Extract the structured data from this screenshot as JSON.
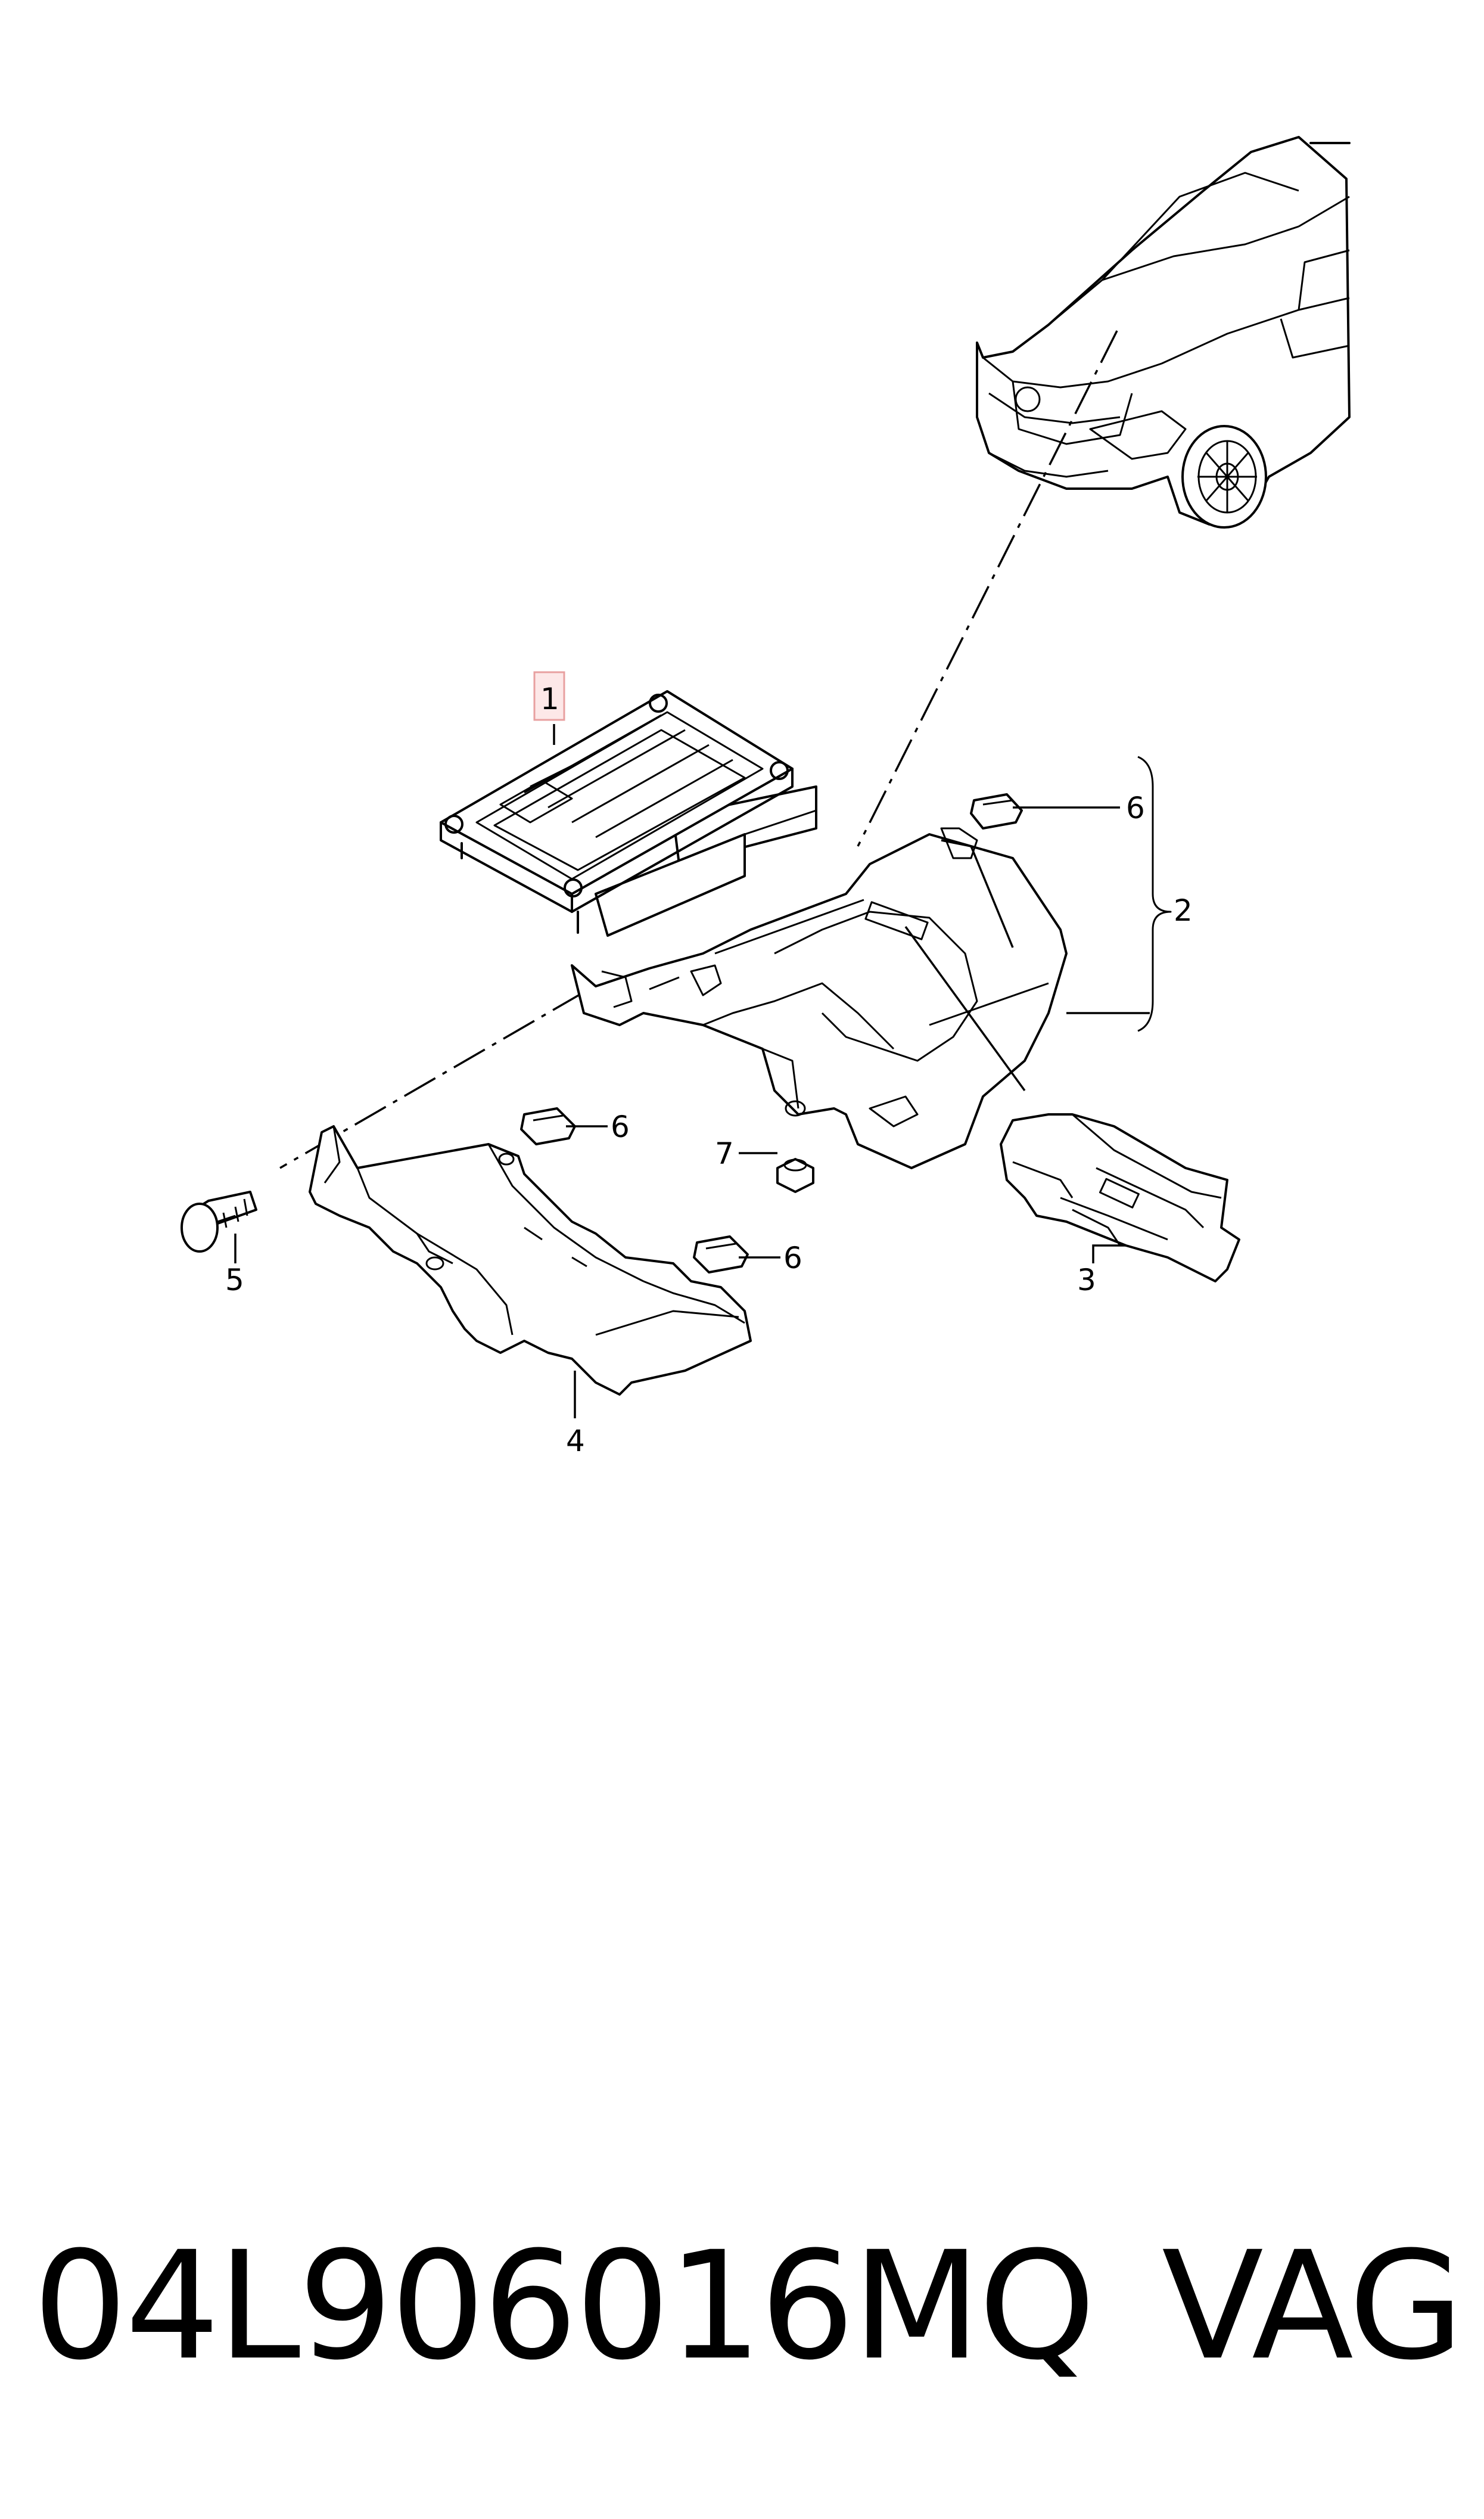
{
  "callouts": {
    "c1": "1",
    "c2": "2",
    "c3": "3",
    "c4": "4",
    "c5": "5",
    "c6a": "6",
    "c6b": "6",
    "c6c": "6",
    "c7": "7"
  },
  "highlight_color": "#e8a0a0",
  "footer": {
    "part_number": "04L906016MQ",
    "brand": "VAG"
  }
}
